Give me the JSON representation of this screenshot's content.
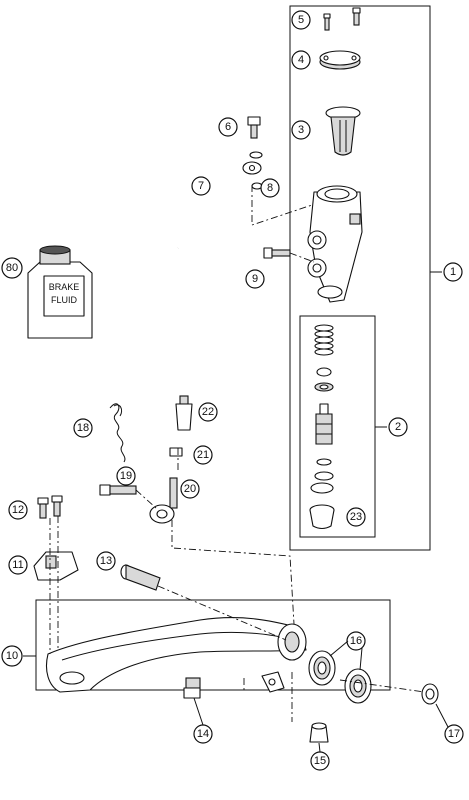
{
  "callouts": [
    "1",
    "2",
    "3",
    "4",
    "5",
    "6",
    "7",
    "8",
    "9",
    "10",
    "11",
    "12",
    "13",
    "14",
    "15",
    "16",
    "17",
    "18",
    "19",
    "20",
    "21",
    "22",
    "23",
    "80"
  ],
  "bottle_label": {
    "line1": "BRAKE",
    "line2": "FLUID"
  },
  "colors": {
    "line": "#111111",
    "background": "#ffffff",
    "shade": "#d9d9d9"
  }
}
